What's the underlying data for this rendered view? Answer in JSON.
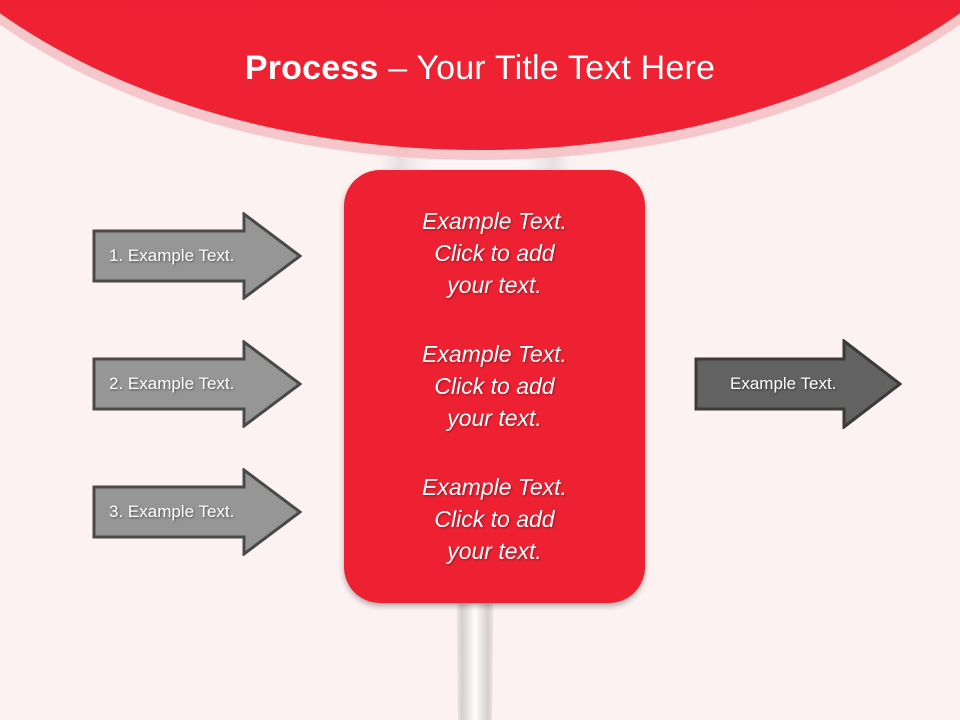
{
  "slide": {
    "title": {
      "strong": "Process",
      "light": " – Your Title Text Here"
    },
    "background_color": "#fdf2f2",
    "header_color": "#ed2132",
    "header_band_light_color": "#f4bfc3",
    "watermark": "wine-glass-watermark"
  },
  "center_box": {
    "fill_color": "#ed2132",
    "text_color": "#ffffff",
    "blocks": [
      {
        "text": "Example Text.\nClick  to add\nyour text."
      },
      {
        "text": "Example Text.\nClick  to add\nyour text."
      },
      {
        "text": "Example Text.\nClick  to add\nyour text."
      }
    ]
  },
  "input_arrows": {
    "fill_color": "#969696",
    "stroke_color": "#4a4a4a",
    "text_color": "#ffffff",
    "items": [
      {
        "label": "1. Example Text."
      },
      {
        "label": "2. Example Text."
      },
      {
        "label": "3. Example Text."
      }
    ]
  },
  "output_arrow": {
    "fill_color": "#626262",
    "stroke_color": "#3c3a3a",
    "text_color": "#ffffff",
    "label": "Example Text."
  }
}
